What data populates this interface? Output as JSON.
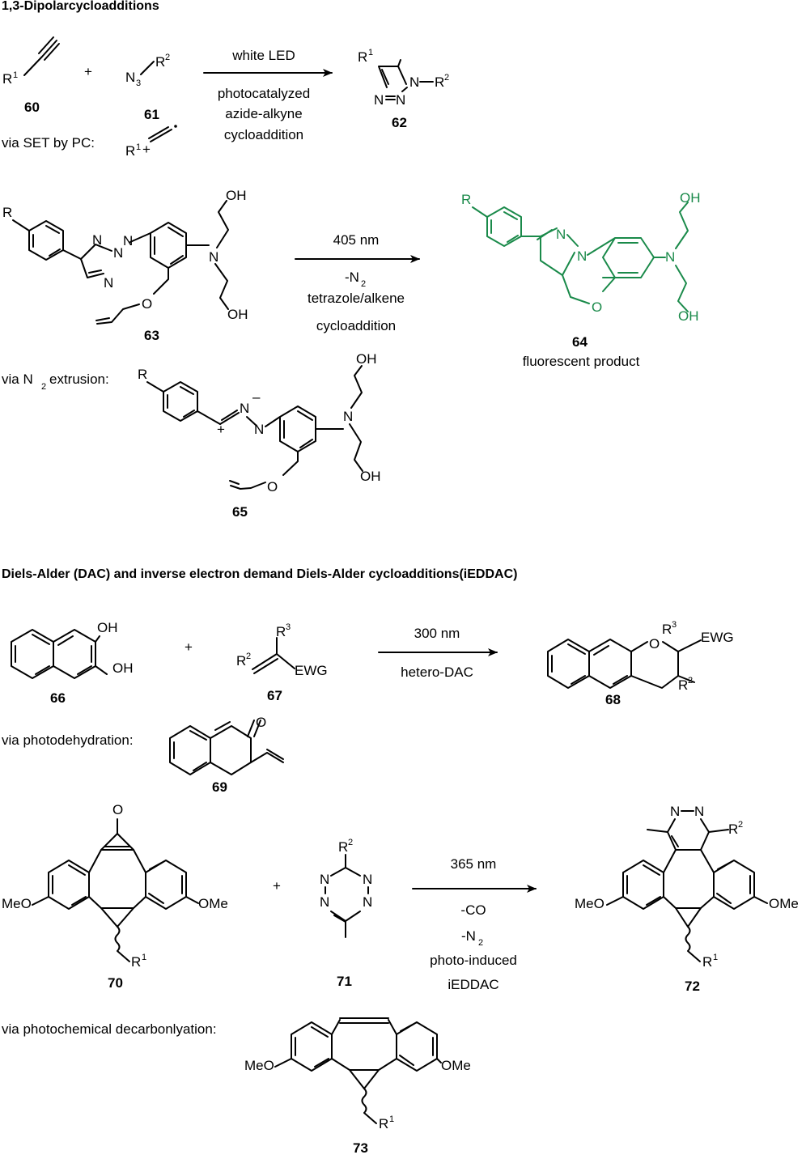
{
  "sections": [
    {
      "heading": "1,3-Dipolarcycloadditions"
    },
    {
      "heading": "Diels-Alder (DAC)  and inverse electron demand Diels-Alder cycloadditions(iEDDAC)"
    }
  ],
  "compounds": {
    "c60": "60",
    "c61": "61",
    "c62": "62",
    "c63": "63",
    "c64": "64",
    "c65": "65",
    "c66": "66",
    "c67": "67",
    "c68": "68",
    "c69": "69",
    "c70": "70",
    "c71": "71",
    "c72": "72",
    "c73": "73"
  },
  "reactions": {
    "r1": {
      "above": "white LED",
      "below": [
        "photocatalyzed",
        "azide-alkyne",
        "cycloaddition"
      ]
    },
    "r2": {
      "above": "405 nm",
      "below": [
        "-N",
        "tetrazole/alkene",
        "cycloaddition"
      ]
    },
    "r3": {
      "above": "300 nm",
      "below": [
        "hetero-DAC"
      ]
    },
    "r4": {
      "above": "365 nm",
      "below": [
        "-CO",
        "-N",
        "photo-induced",
        "iEDDAC"
      ]
    }
  },
  "intermediates": {
    "i1": "via SET by PC:",
    "i2": "via N",
    "i2b": "extrusion:",
    "i3": "via photodehydration:",
    "i4": "via photochemical decarbonlyation:"
  },
  "captions": {
    "fluorescent": "fluorescent product"
  },
  "atoms": {
    "R": "R",
    "R1": "R",
    "R2": "R",
    "R3": "R",
    "N": "N",
    "O": "O",
    "OH": "OH",
    "EWG": "EWG",
    "MeO": "MeO",
    "OMe": "OMe",
    "plus": "+",
    "sub1": "1",
    "sub2": "2",
    "sub3": "3",
    "minus": "–"
  },
  "colors": {
    "product_green": "#1a8a4a"
  }
}
